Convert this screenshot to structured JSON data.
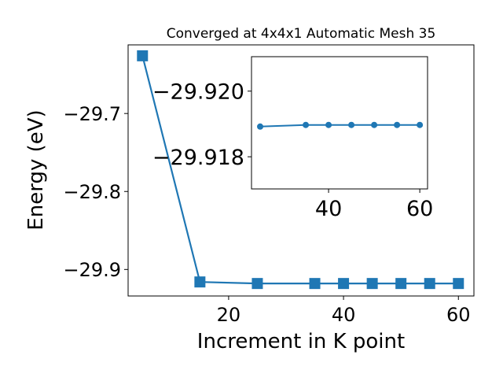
{
  "chart_data": [
    {
      "type": "line",
      "title": "Converged at 4x4x1 Automatic Mesh 35",
      "xlabel": "Increment in K point",
      "ylabel": "Energy (eV)",
      "xlim": [
        2.5,
        62.7
      ],
      "ylim": [
        -29.934,
        -29.612
      ],
      "xticks": [
        20,
        40,
        60
      ],
      "xtick_labels": [
        "20",
        "40",
        "60"
      ],
      "yticks": [
        -29.9,
        -29.8,
        -29.7
      ],
      "ytick_labels": [
        "−29.9",
        "−29.8",
        "−29.7"
      ],
      "grid": false,
      "marker": "square",
      "color": "#1f77b4",
      "series": [
        {
          "x": [
            5,
            15,
            25,
            35,
            40,
            45,
            50,
            55,
            60
          ],
          "y": [
            -29.626,
            -29.916,
            -29.918,
            -29.918,
            -29.918,
            -29.918,
            -29.918,
            -29.918,
            -29.918
          ]
        }
      ]
    },
    {
      "type": "line",
      "role": "inset",
      "xlim": [
        23.1,
        61.7
      ],
      "ylim": [
        -29.92105,
        -29.91702
      ],
      "y_inverted": true,
      "xticks": [
        40,
        60
      ],
      "xtick_labels": [
        "40",
        "60"
      ],
      "yticks": [
        -29.92,
        -29.918
      ],
      "ytick_labels": [
        "−29.920",
        "−29.918"
      ],
      "grid": false,
      "marker": "circle",
      "color": "#1f77b4",
      "series": [
        {
          "x": [
            25,
            35,
            40,
            45,
            50,
            55,
            60
          ],
          "y": [
            -29.91892,
            -29.91897,
            -29.91897,
            -29.91897,
            -29.91897,
            -29.91897,
            -29.91897
          ]
        }
      ]
    }
  ]
}
